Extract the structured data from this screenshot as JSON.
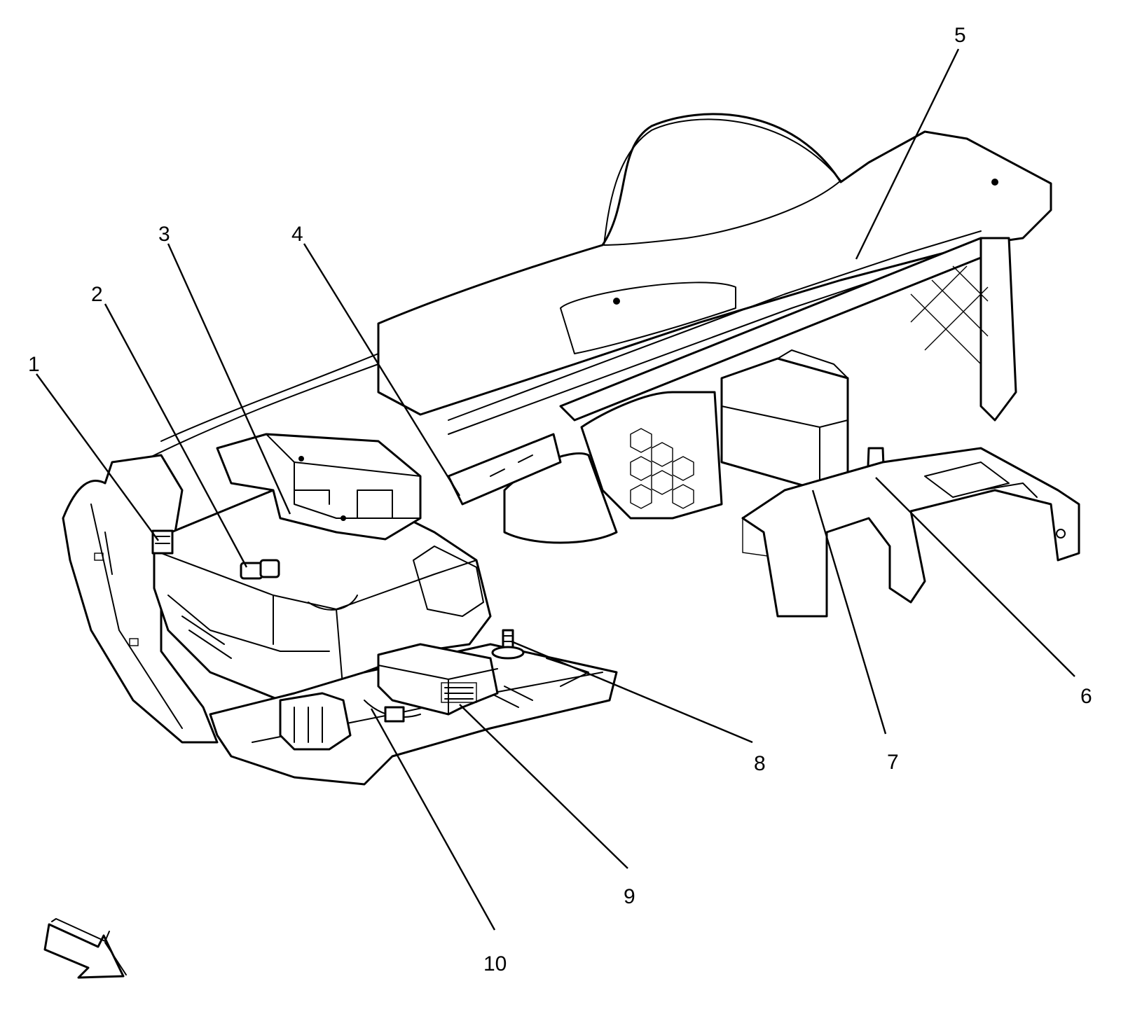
{
  "diagram": {
    "callouts": [
      {
        "id": "1",
        "label": "1"
      },
      {
        "id": "2",
        "label": "2"
      },
      {
        "id": "3",
        "label": "3"
      },
      {
        "id": "4",
        "label": "4"
      },
      {
        "id": "5",
        "label": "5"
      },
      {
        "id": "6",
        "label": "6"
      },
      {
        "id": "7",
        "label": "7"
      },
      {
        "id": "8",
        "label": "8"
      },
      {
        "id": "9",
        "label": "9"
      },
      {
        "id": "10",
        "label": "10"
      }
    ],
    "icons": {
      "direction_arrow": "forward-direction-arrow-icon"
    }
  }
}
